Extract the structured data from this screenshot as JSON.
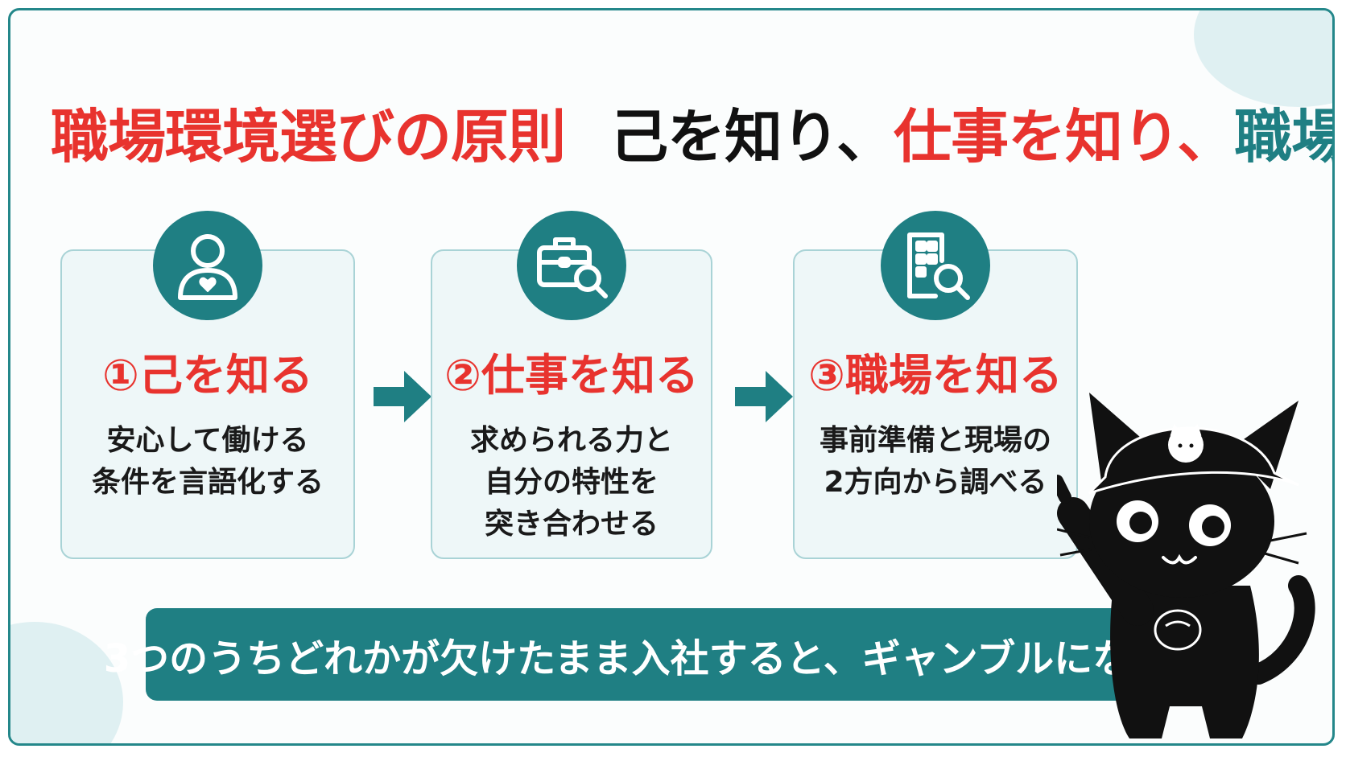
{
  "title": {
    "main": "職場環境選びの原則",
    "part1": "己を知り、",
    "part2": "仕事を知り、",
    "part3": "職場を知る"
  },
  "steps": [
    {
      "title": "①己を知る",
      "lines": [
        "安心して働ける",
        "条件を言語化する"
      ],
      "icon": "person-heart-icon"
    },
    {
      "title": "②仕事を知る",
      "lines": [
        "求められる力と",
        "自分の特性を",
        "突き合わせる"
      ],
      "icon": "briefcase-search-icon"
    },
    {
      "title": "③職場を知る",
      "lines": [
        "事前準備と現場の",
        "2方向から調べる"
      ],
      "icon": "building-search-icon"
    }
  ],
  "banner": {
    "text": "3つのうちどれかが欠けたまま入社すると、ギャンブルになる"
  },
  "colors": {
    "accent_red": "#e8332e",
    "teal": "#1f7f83",
    "card_bg": "#eef7f8"
  }
}
